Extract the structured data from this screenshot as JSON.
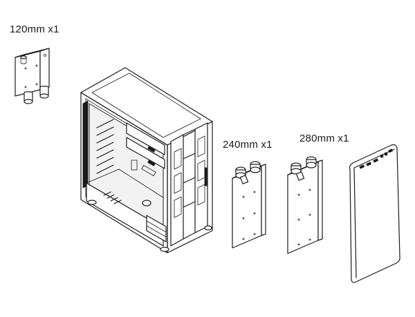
{
  "labels": {
    "rad120": "120mm x1",
    "rad240": "240mm x1",
    "rad280": "280mm x1"
  },
  "colors": {
    "line": "#1a1a1a",
    "background": "#ffffff"
  }
}
